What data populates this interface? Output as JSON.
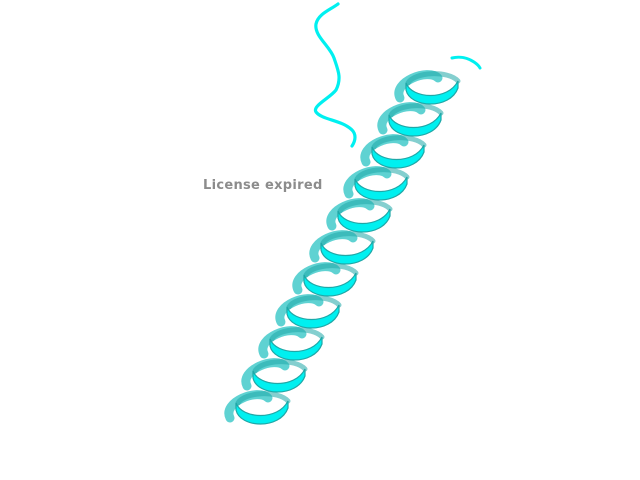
{
  "viewer": {
    "watermark": "License expired",
    "colors": {
      "background": "#ffffff",
      "ribbon": "#00f0f0",
      "ribbon_dark": "#1fa7a7",
      "ribbon_back": "#5fd2d2",
      "watermark": "#8c8c8c"
    },
    "structure": {
      "type": "alpha-helix cartoon",
      "turns": 11
    }
  }
}
